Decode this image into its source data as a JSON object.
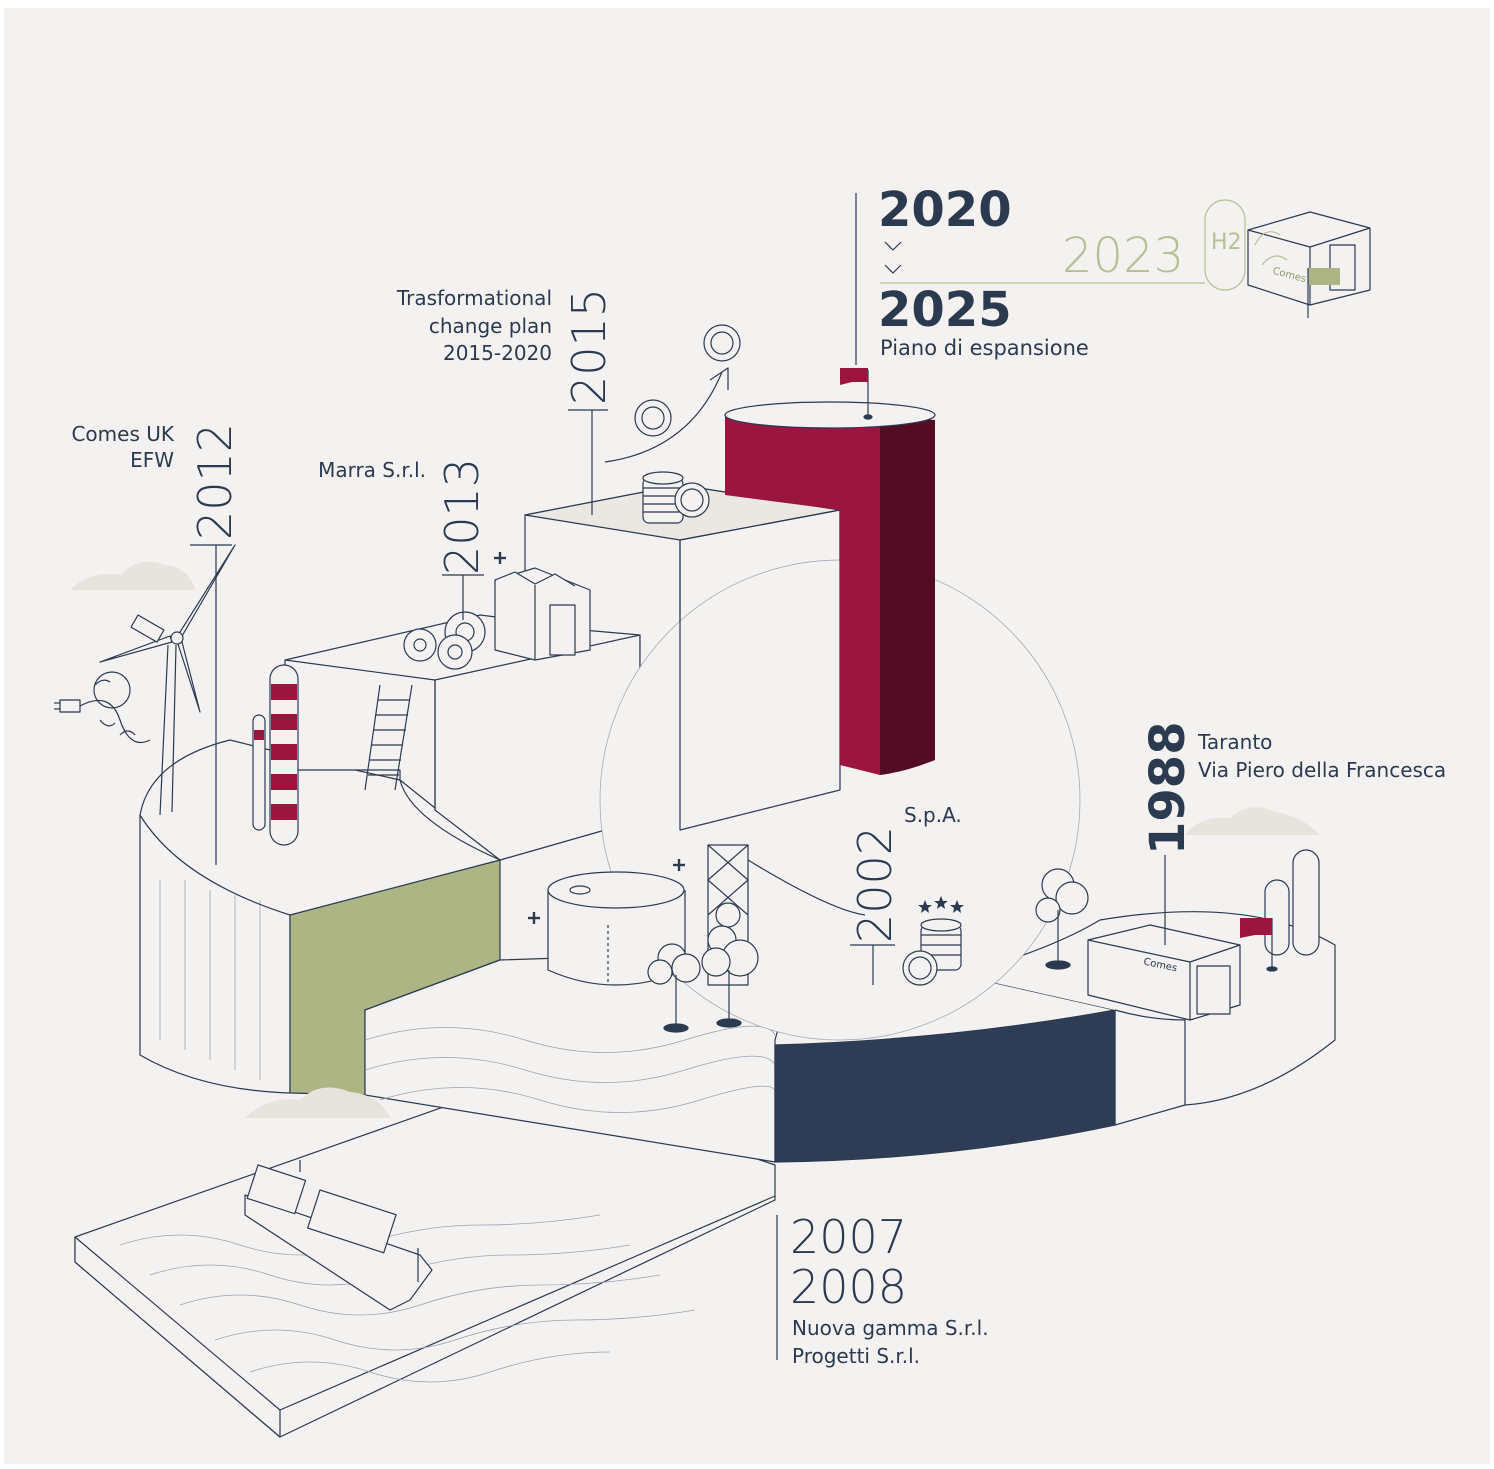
{
  "colors": {
    "background": "#f3f2f0",
    "line": "#2c3a50",
    "crimson": "#9a1540",
    "crimson_dark": "#520c24",
    "olive": "#aeb584",
    "navy": "#2e3d55",
    "pale_green": "#b7bf95"
  },
  "milestones": {
    "y1988": {
      "year": "1988",
      "line1": "Taranto",
      "line2": "Via Piero della Francesca"
    },
    "y2002": {
      "year": "2002",
      "label": "S.p.A."
    },
    "y2007": {
      "year_a": "2007",
      "year_b": "2008",
      "line1": "Nuova gamma S.r.l.",
      "line2": "Progetti S.r.l."
    },
    "y2012": {
      "year": "2012",
      "line1": "Comes UK",
      "line2": "EFW"
    },
    "y2013": {
      "year": "2013",
      "label": "Marra S.r.l."
    },
    "y2015": {
      "year": "2015",
      "line1": "Trasformational",
      "line2": "change plan",
      "line3": "2015-2020"
    },
    "y2020": {
      "year_start": "2020",
      "year_end": "2025",
      "label": "Piano di espansione"
    },
    "y2023": {
      "year": "2023",
      "h2": "H2",
      "brand": "Comes"
    }
  },
  "brand_on_building": "Comes",
  "icons": [
    "wind-turbine-icon",
    "plug-icon",
    "chimney-icon",
    "gears-icon",
    "factory-icon",
    "coins-icon",
    "euro-coin-icon",
    "arrow-up-icon",
    "flag-icon",
    "tank-icon",
    "tree-icon",
    "crane-icon",
    "ship-icon",
    "cloud-icon",
    "hydrogen-tank-icon",
    "stars-icon"
  ]
}
